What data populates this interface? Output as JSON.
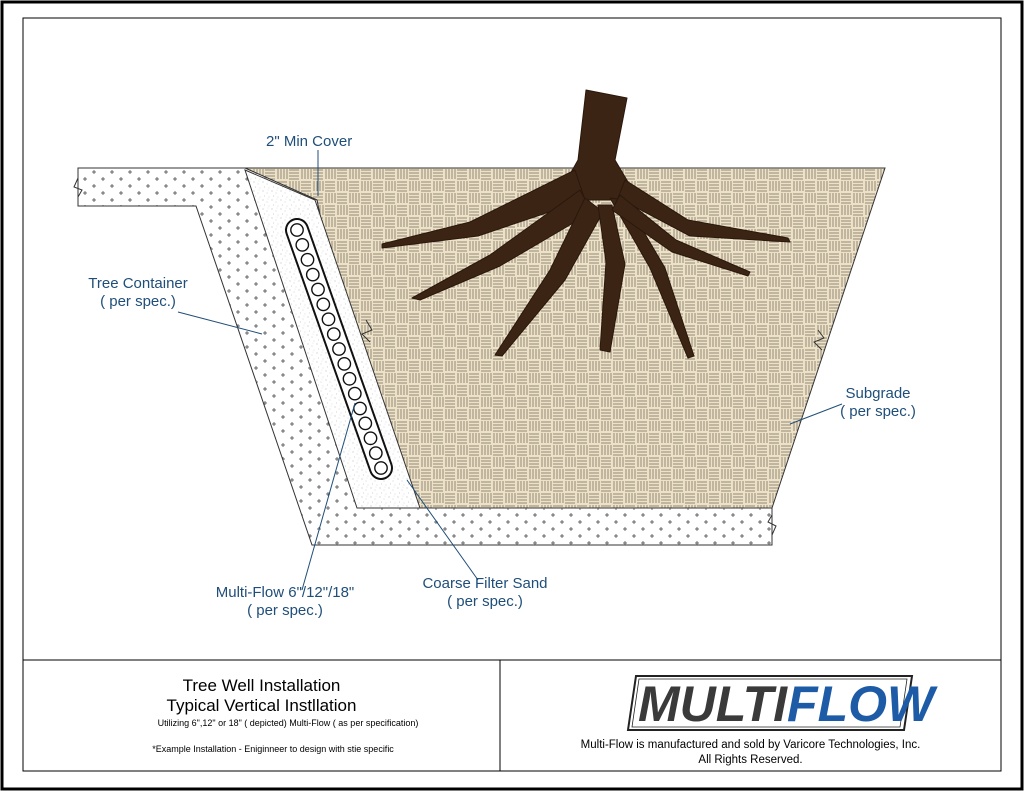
{
  "labels": {
    "min_cover": "2\" Min Cover",
    "tree_container_line1": "Tree Container",
    "tree_container_line2": "( per spec.)",
    "subgrade_line1": "Subgrade",
    "subgrade_line2": "( per spec.)",
    "multiflow_line1": "Multi-Flow 6\"/12\"/18\"",
    "multiflow_line2": "( per spec.)",
    "sand_line1": "Coarse Filter Sand",
    "sand_line2": "( per spec.)"
  },
  "title_block": {
    "title_line1": "Tree Well Installation",
    "title_line2": "Typical Vertical Instllation",
    "subtitle": "Utilizing 6\",12\" or 18\"   ( depicted)   Multi-Flow   ( as per specification)",
    "note": "*Example Installation - Eniginneer to design with stie specific",
    "logo_part1": "MULTI",
    "logo_part2": "FLOW",
    "company_line1": "Multi-Flow is manufactured and sold by Varicore Technologies, Inc.",
    "company_line2": "All Rights Reserved."
  },
  "colors": {
    "label_blue": "#1f4e79",
    "root_brown": "#3b2414",
    "soil_tan": "#ede1c8",
    "weave_stroke": "#7d7465",
    "logo_blue": "#1d5ba6",
    "logo_dark": "#3a3a3a"
  }
}
